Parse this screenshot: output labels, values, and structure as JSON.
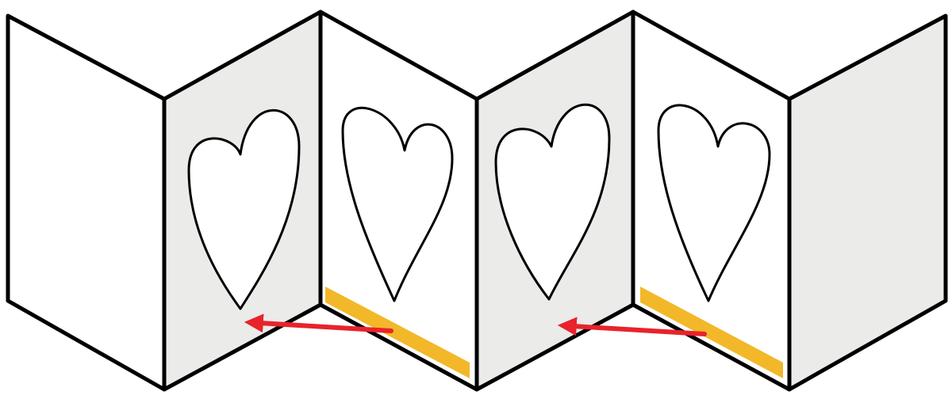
{
  "colors": {
    "background": "#ffffff",
    "panel_light": "#ffffff",
    "panel_shaded": "#ebebea",
    "outline": "#000000",
    "heart_fill": "#ffffff",
    "glue_strip": "#f2b829",
    "arrow": "#e8232b"
  },
  "panels": [
    {
      "name": "panel-1",
      "shade": "light",
      "has_heart": false,
      "has_glue_strip": false
    },
    {
      "name": "panel-2",
      "shade": "shaded",
      "has_heart": true,
      "has_glue_strip": false
    },
    {
      "name": "panel-3",
      "shade": "light",
      "has_heart": true,
      "has_glue_strip": true
    },
    {
      "name": "panel-4",
      "shade": "shaded",
      "has_heart": true,
      "has_glue_strip": false
    },
    {
      "name": "panel-5",
      "shade": "light",
      "has_heart": true,
      "has_glue_strip": true
    },
    {
      "name": "panel-6",
      "shade": "shaded",
      "has_heart": false,
      "has_glue_strip": false
    }
  ],
  "arrows": [
    {
      "name": "fold-arrow-1",
      "from_panel": "panel-3",
      "to_panel": "panel-2"
    },
    {
      "name": "fold-arrow-2",
      "from_panel": "panel-5",
      "to_panel": "panel-4"
    }
  ]
}
